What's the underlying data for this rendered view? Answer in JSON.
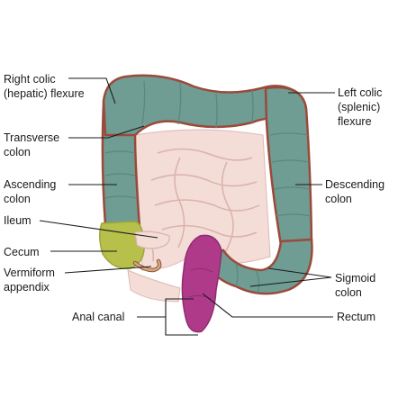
{
  "labels": {
    "right_colic_1": "Right colic",
    "right_colic_2": "(hepatic) flexure",
    "transverse_1": "Transverse",
    "transverse_2": "colon",
    "ascending_1": "Ascending",
    "ascending_2": "colon",
    "ileum": "Ileum",
    "cecum": "Cecum",
    "vermiform_1": "Vermiform",
    "vermiform_2": "appendix",
    "anal_canal": "Anal canal",
    "left_colic_1": "Left colic",
    "left_colic_2": "(splenic)",
    "left_colic_3": "flexure",
    "descending_1": "Descending",
    "descending_2": "colon",
    "sigmoid_1": "Sigmoid",
    "sigmoid_2": "colon",
    "rectum": "Rectum"
  },
  "colors": {
    "colon": "#6f9c93",
    "colon_outline": "#9b4a3a",
    "small_intestine": "#f2d9d4",
    "cecum": "#b7c04a",
    "rectum": "#b03a8a"
  }
}
